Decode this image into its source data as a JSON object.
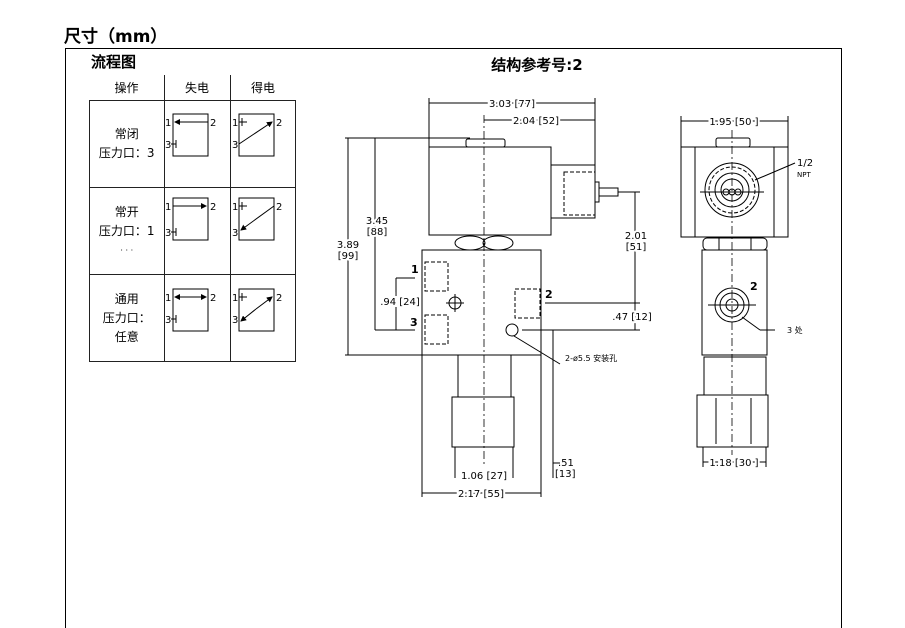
{
  "page_title": "尺寸（mm）",
  "flow": {
    "title": "流程图",
    "headers": [
      "操作",
      "失电",
      "得电"
    ],
    "rows": [
      {
        "line1": "常闭",
        "line2": "压力口：3",
        "line3": ""
      },
      {
        "line1": "常开",
        "line2": "压力口：1",
        "line3": ""
      },
      {
        "line1": "通用",
        "line2": "压力口：",
        "line3": "任意"
      }
    ],
    "port_labels": [
      "1",
      "2",
      "3"
    ]
  },
  "drawing": {
    "title": "结构参考号:2",
    "dims": {
      "d303": "3.03 [77]",
      "d204": "2.04 [52]",
      "d345a": "3.45",
      "d345b": "[88]",
      "d389a": "3.89",
      "d389b": "[99]",
      "d094": ".94 [24]",
      "d201a": "2.01",
      "d201b": "[51]",
      "d047": ".47 [12]",
      "d106": "1.06 [27]",
      "d051a": ".51",
      "d051b": "[13]",
      "d217": "2.17 [55]",
      "d195": "1.95 [50 ]",
      "d118": "1.18 [30 ]"
    },
    "ports": {
      "p1": "1",
      "p2": "2",
      "p3": "3",
      "side": "2"
    },
    "notes": {
      "holes": "2-ø5.5 安装孔",
      "npt1": "1/2",
      "npt2": "NPT",
      "qty": "3 处"
    }
  }
}
